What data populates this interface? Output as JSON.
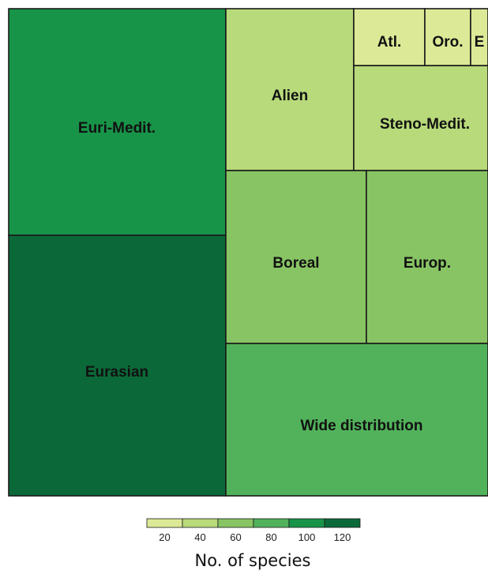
{
  "chart_data": {
    "type": "treemap",
    "tiles": [
      {
        "label": "Euri-Medit.",
        "value": 97
      },
      {
        "label": "Eurasian",
        "value": 122
      },
      {
        "label": "Alien",
        "value": 42
      },
      {
        "label": "Steno-Medit.",
        "value": 38
      },
      {
        "label": "Atl.",
        "value": 18
      },
      {
        "label": "Oro.",
        "value": 15
      },
      {
        "label": "E",
        "value": 12
      },
      {
        "label": "Boreal",
        "value": 64
      },
      {
        "label": "Europ.",
        "value": 62
      },
      {
        "label": "Wide distribution",
        "value": 80
      }
    ],
    "colorbar": {
      "title": "No. of species",
      "ticks": [
        "20",
        "40",
        "60",
        "80",
        "100",
        "120"
      ],
      "range": [
        10,
        130
      ],
      "colors": [
        "#dce997",
        "#b8da7b",
        "#88c464",
        "#52b25b",
        "#189449",
        "#0b6939"
      ]
    }
  }
}
